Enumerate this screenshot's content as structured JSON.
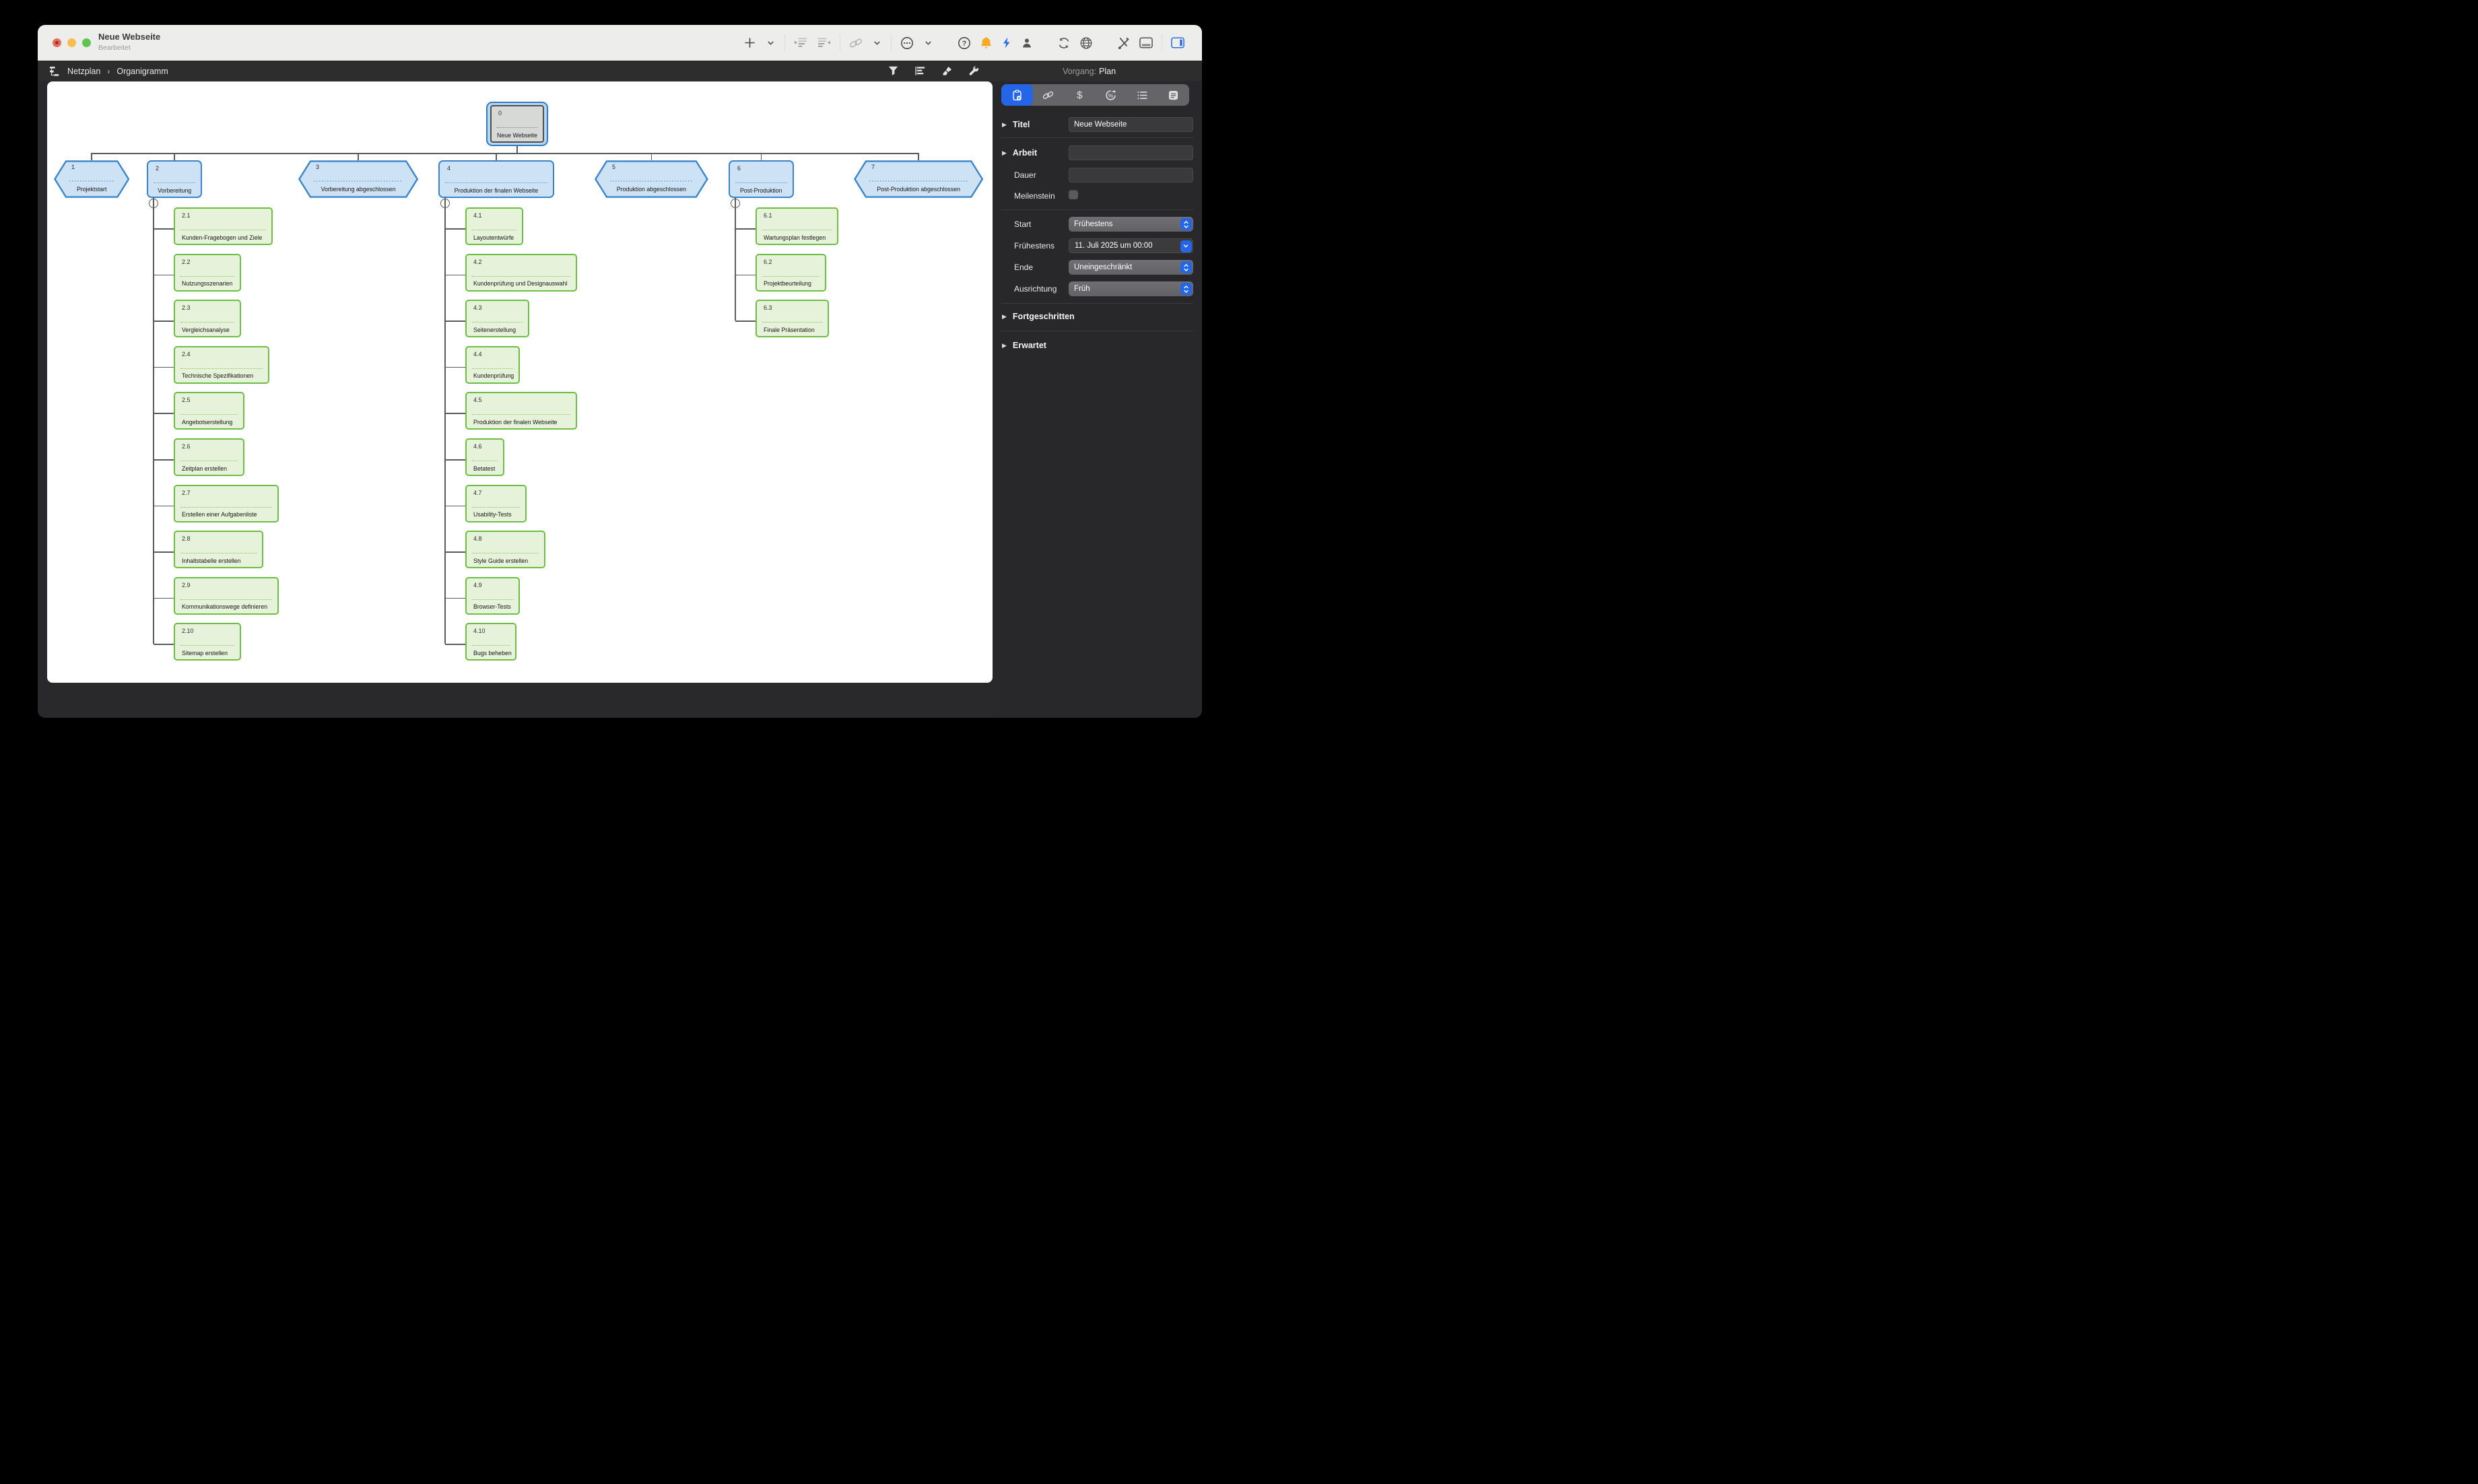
{
  "titlebar": {
    "title": "Neue Webseite",
    "subtitle": "Bearbeitet"
  },
  "toolbar": {
    "icons": [
      "add",
      "chevron-down",
      "indent",
      "outdent",
      "link",
      "chevron-down",
      "more-circle",
      "chevron-down",
      "help",
      "notifications",
      "activity",
      "user",
      "sync",
      "globe",
      "settings-tools",
      "bottom-panel",
      "right-panel"
    ]
  },
  "breadcrumb": {
    "section": "Netzplan",
    "separator": "›",
    "view": "Organigramm",
    "context_label": "Vorgang:",
    "context_value": "Plan"
  },
  "inspector": {
    "titel": {
      "label": "Titel",
      "value": "Neue Webseite"
    },
    "arbeit": {
      "label": "Arbeit",
      "value": ""
    },
    "dauer": {
      "label": "Dauer",
      "value": ""
    },
    "meilenstein": {
      "label": "Meilenstein",
      "checked": false
    },
    "start": {
      "label": "Start",
      "value": "Frühestens"
    },
    "fruehestens": {
      "label": "Frühestens",
      "value": "11. Juli 2025 um 00:00"
    },
    "ende": {
      "label": "Ende",
      "value": "Uneingeschränkt"
    },
    "ausrichtung": {
      "label": "Ausrichtung",
      "value": "Früh"
    },
    "fortgeschritten": {
      "label": "Fortgeschritten"
    },
    "erwartet": {
      "label": "Erwartet"
    }
  },
  "chart_data": {
    "type": "org-chart",
    "root": {
      "id": "0",
      "label": "Neue Webseite",
      "selected": true
    },
    "level1": [
      {
        "id": "1",
        "label": "Projektstart",
        "shape": "hexagon"
      },
      {
        "id": "2",
        "label": "Vorbereitung",
        "shape": "group",
        "children": [
          {
            "id": "2.1",
            "label": "Kunden-Fragebogen und Ziele"
          },
          {
            "id": "2.2",
            "label": "Nutzungsszenarien"
          },
          {
            "id": "2.3",
            "label": "Vergleichsanalyse"
          },
          {
            "id": "2.4",
            "label": "Technische Spezifikationen"
          },
          {
            "id": "2.5",
            "label": "Angebotserstellung"
          },
          {
            "id": "2.6",
            "label": "Zeitplan erstellen"
          },
          {
            "id": "2.7",
            "label": "Erstellen einer Aufgabenliste"
          },
          {
            "id": "2.8",
            "label": "Inhaltstabelle erstellen"
          },
          {
            "id": "2.9",
            "label": "Kommunikationswege definieren"
          },
          {
            "id": "2.10",
            "label": "Sitemap erstellen"
          }
        ]
      },
      {
        "id": "3",
        "label": "Vorbereitung abgeschlossen",
        "shape": "hexagon"
      },
      {
        "id": "4",
        "label": "Produktion der finalen Webseite",
        "shape": "group",
        "children": [
          {
            "id": "4.1",
            "label": "Layoutentwürfe"
          },
          {
            "id": "4.2",
            "label": "Kundenprüfung und Designauswahl"
          },
          {
            "id": "4.3",
            "label": "Seitenerstellung"
          },
          {
            "id": "4.4",
            "label": "Kundenprüfung"
          },
          {
            "id": "4.5",
            "label": "Produktion der finalen Webseite"
          },
          {
            "id": "4.6",
            "label": "Betatest"
          },
          {
            "id": "4.7",
            "label": "Usability-Tests"
          },
          {
            "id": "4.8",
            "label": "Style Guide erstellen"
          },
          {
            "id": "4.9",
            "label": "Browser-Tests"
          },
          {
            "id": "4.10",
            "label": "Bugs beheben"
          }
        ]
      },
      {
        "id": "5",
        "label": "Produktion abgeschlossen",
        "shape": "hexagon"
      },
      {
        "id": "6",
        "label": "Post-Produktion",
        "shape": "group",
        "children": [
          {
            "id": "6.1",
            "label": "Wartungsplan festlegen"
          },
          {
            "id": "6.2",
            "label": "Projektbeurteilung"
          },
          {
            "id": "6.3",
            "label": "Finale Präsentation"
          }
        ]
      },
      {
        "id": "7",
        "label": "Post-Produktion abgeschlossen",
        "shape": "hexagon"
      }
    ],
    "colors": {
      "milestone_fill": "#CDE2F5",
      "milestone_border": "#3A85C8",
      "task_fill": "#E6F3DA",
      "task_border": "#6DBE45",
      "root_fill": "#D6D9D5",
      "root_border": "#4E4E4E",
      "selection_fill": "#B9D7F1",
      "selection_border": "#2E7CC4",
      "connector": "#5B5B5B",
      "accent": "#2566E8"
    }
  }
}
